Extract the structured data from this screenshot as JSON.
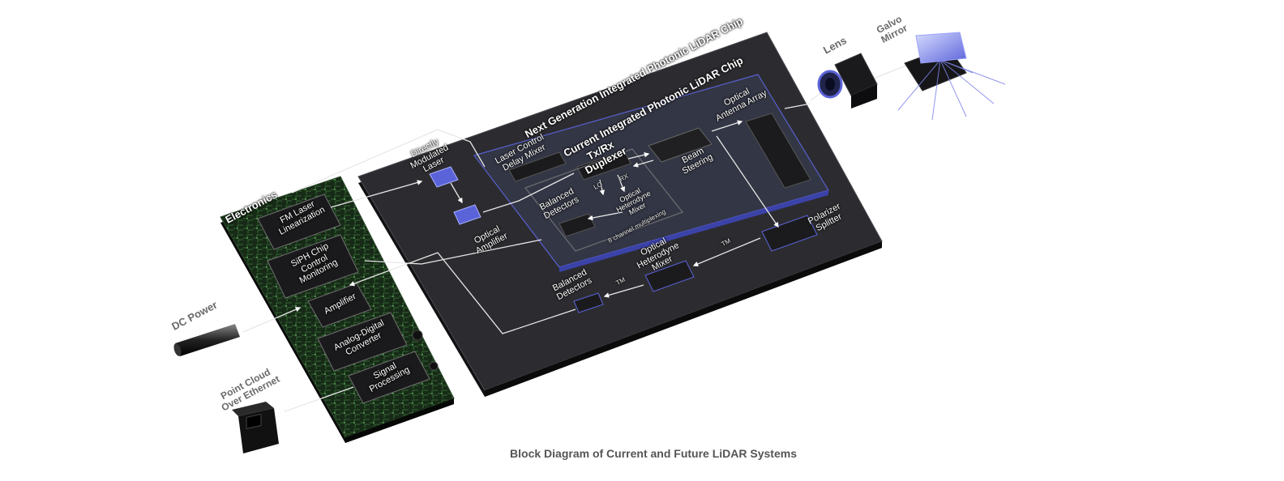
{
  "caption": "Block Diagram of Current and Future LiDAR Systems",
  "boards": {
    "next_gen_title": "Next Generation Integrated Photonic LiDAR Chip",
    "current_title": "Current Integrated Photonic LiDAR Chip",
    "electronics_title": "Electronics"
  },
  "chip_blocks": {
    "directly_modulated_laser": [
      "Directly",
      "Modulated",
      "Laser"
    ],
    "optical_amplifier": [
      "Optical",
      "Amplifier"
    ],
    "laser_control": [
      "Laser Control",
      "Delay Mixer"
    ],
    "duplexer": [
      "Tx/Rx",
      "Duplexer"
    ],
    "beam_steering": [
      "Beam",
      "Steering"
    ],
    "antenna_array": [
      "Optical",
      "Antenna Array"
    ],
    "balanced_detectors_inner": [
      "Balanced",
      "Detectors"
    ],
    "heterodyne_mixer_inner": [
      "Optical",
      "Heterodyne",
      "Mixer"
    ],
    "lo_label": "LO",
    "rx_label": "RX",
    "multiplexing": "8 channel multiplexing",
    "polarizer_splitter": [
      "Polarizer",
      "Splitter"
    ],
    "heterodyne_mixer_outer": [
      "Optical",
      "Heterodyne",
      "Mixer"
    ],
    "balanced_detectors_outer": [
      "Balanced",
      "Detectors"
    ],
    "tm_label_1": "TM",
    "tm_label_2": "TM"
  },
  "electronics_blocks": {
    "fm_laser": [
      "FM Laser",
      "Linearization"
    ],
    "siph_control": [
      "SiPH Chip",
      "Control",
      "Monitoring"
    ],
    "amplifier": [
      "Amplifier"
    ],
    "adc": [
      "Analog-Digital",
      "Converter"
    ],
    "signal_processing": [
      "Signal",
      "Processing"
    ]
  },
  "external": {
    "lens": "Lens",
    "galvo_mirror": [
      "Galvo",
      "Mirror"
    ],
    "dc_power": "DC Power",
    "point_cloud": [
      "Point Cloud",
      "Over Ethernet"
    ]
  },
  "colors": {
    "board_dark": "#2c2c30",
    "board_side": "#121214",
    "inner_board": "#343746",
    "accent_blue": "#5b63d9",
    "pcb_green": "#1f3a1f",
    "label_grey": "#6a6a6a"
  }
}
